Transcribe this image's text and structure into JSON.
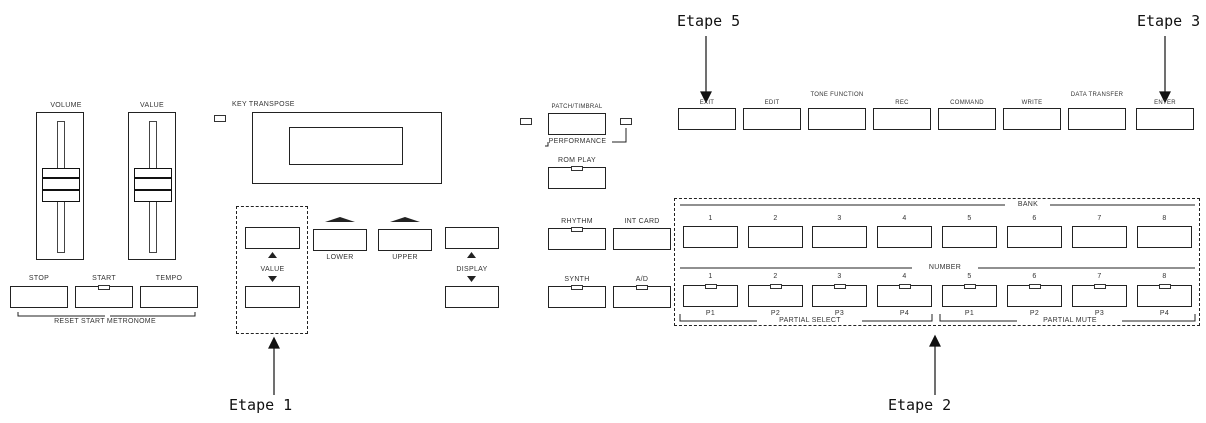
{
  "callouts": {
    "step5": "Etape 5",
    "step3": "Etape 3",
    "step1": "Etape 1",
    "step2": "Etape 2"
  },
  "sliders": {
    "volume": "VOLUME",
    "value": "VALUE"
  },
  "transport": {
    "stop": "STOP",
    "start": "START",
    "tempo": "TEMPO",
    "bracket_label": "RESET START  METRONOME"
  },
  "display": {
    "key_transpose": "KEY TRANSPOSE"
  },
  "value_section": {
    "value_label": "VALUE",
    "lower": "LOWER",
    "upper": "UPPER",
    "display_label": "DISPLAY"
  },
  "mode_buttons": {
    "patch_tone": "PATCH/TIMBRAL",
    "performance": "PERFORMANCE",
    "rom_play": "ROM PLAY",
    "rhythm": "RHYTHM",
    "int_card": "INT CARD",
    "synth": "SYNTH",
    "a_d": "A/D"
  },
  "top_row": [
    "EXIT",
    "EDIT",
    "TONE FUNCTION",
    "REC",
    "COMMAND",
    "WRITE",
    "DATA TRANSFER",
    "ENTER"
  ],
  "bank": {
    "group_label": "BANK",
    "numbers": [
      "1",
      "2",
      "3",
      "4",
      "5",
      "6",
      "7",
      "8"
    ]
  },
  "number": {
    "group_label": "NUMBER",
    "numbers": [
      "1",
      "2",
      "3",
      "4",
      "5",
      "6",
      "7",
      "8"
    ]
  },
  "partial": {
    "select_label": "PARTIAL SELECT",
    "mute_label": "PARTIAL MUTE",
    "select_parts": [
      "P1",
      "P2",
      "P3",
      "P4"
    ],
    "mute_parts": [
      "P1",
      "P2",
      "P3",
      "P4"
    ]
  }
}
